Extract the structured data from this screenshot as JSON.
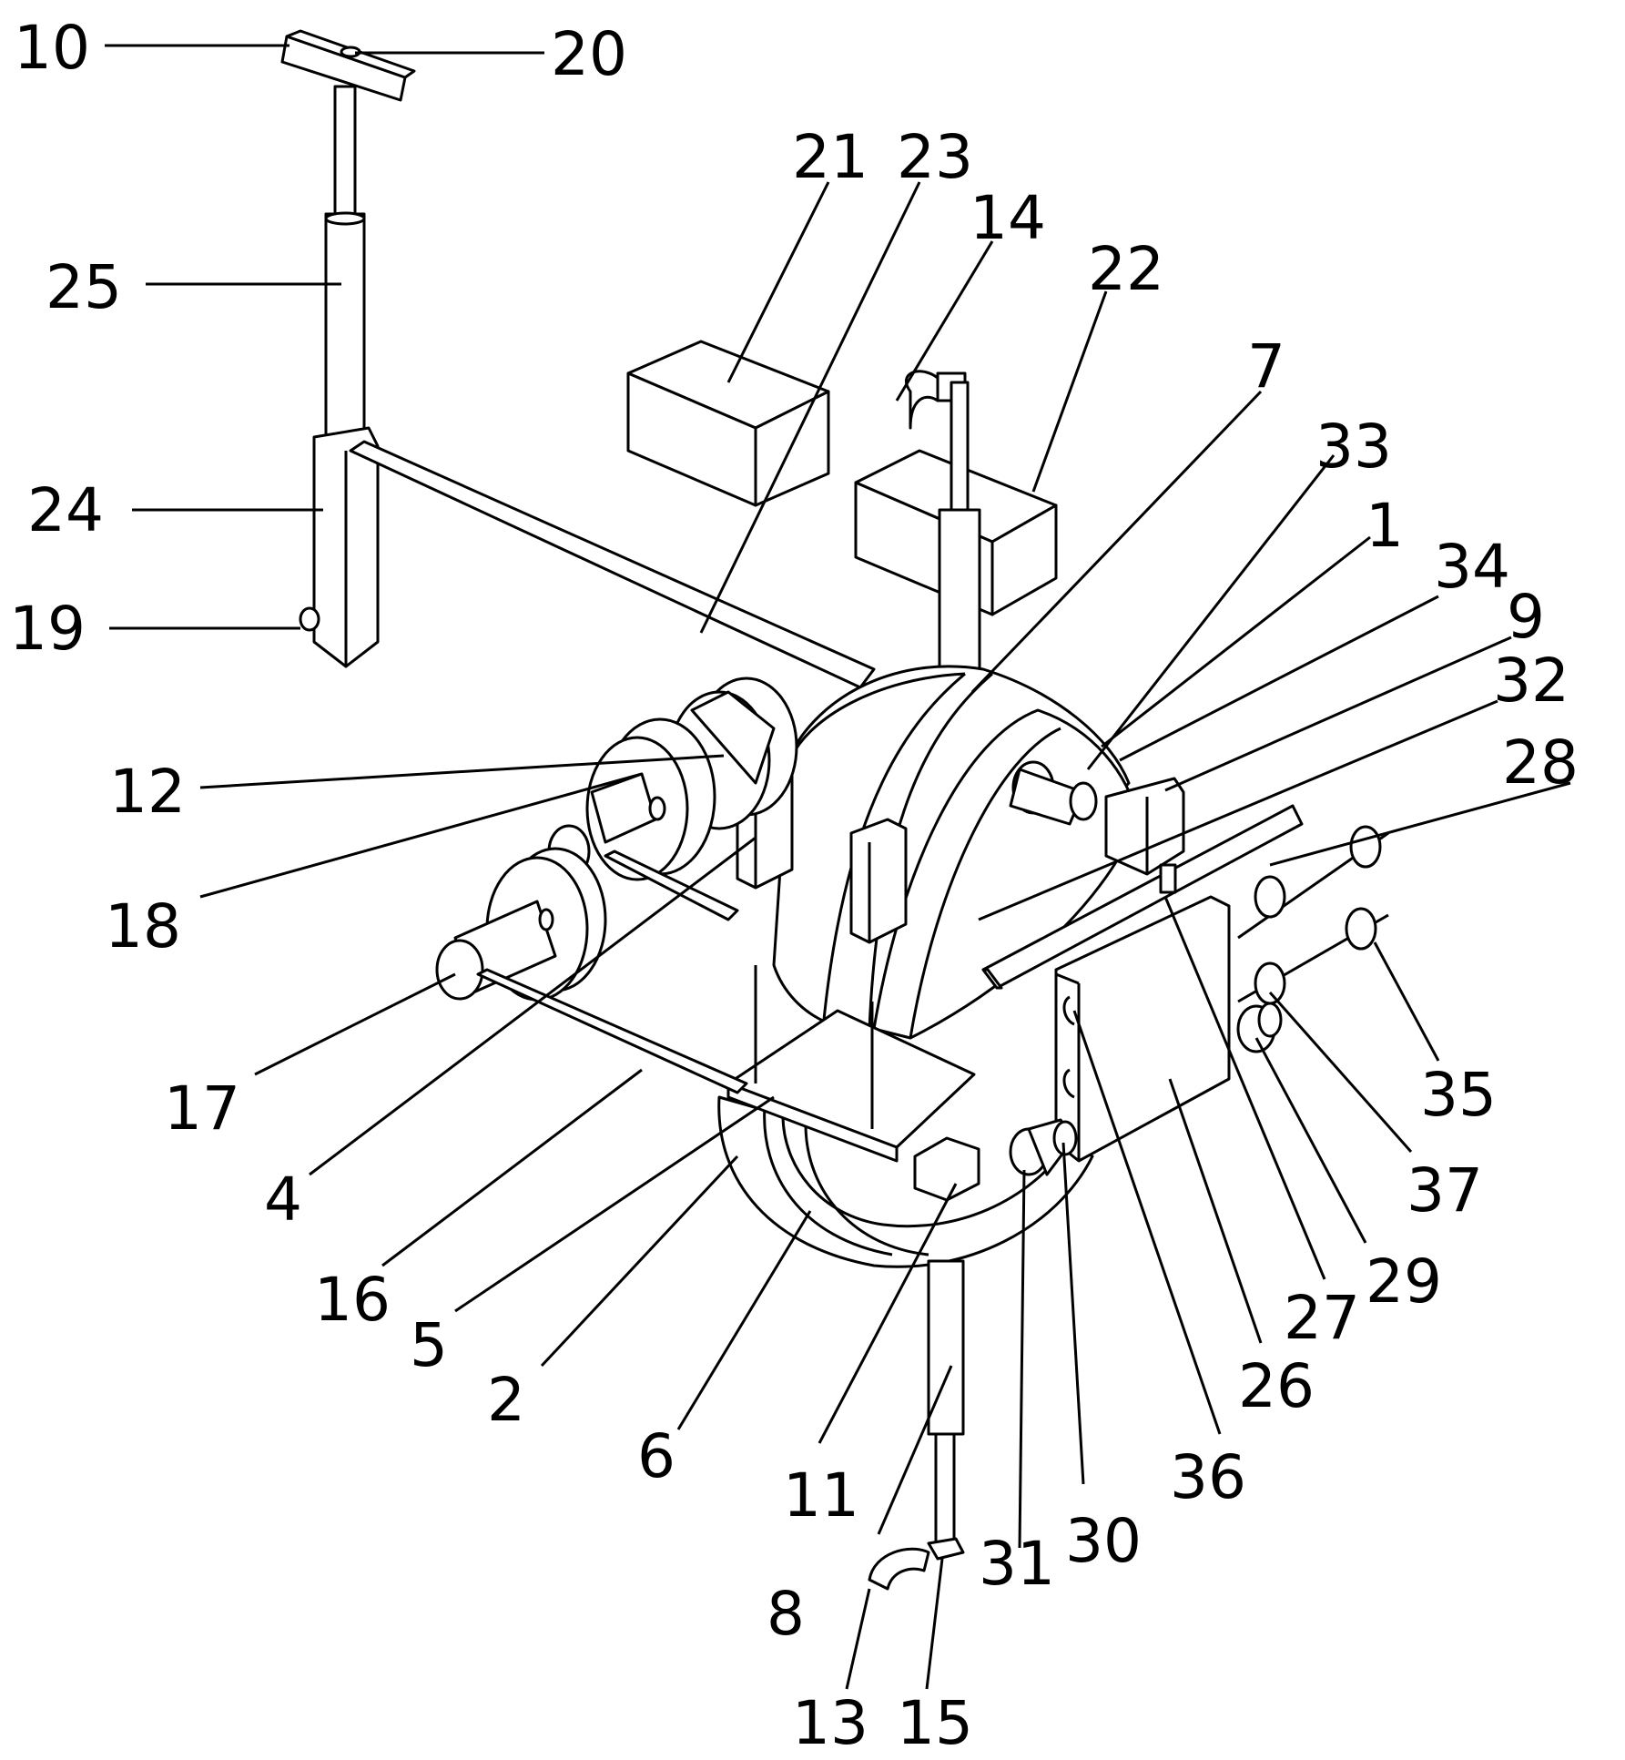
{
  "figure": {
    "line_color": "#000000",
    "background_color": "#ffffff",
    "callouts": [
      "10",
      "20",
      "21",
      "23",
      "14",
      "22",
      "25",
      "7",
      "33",
      "1",
      "34",
      "24",
      "9",
      "32",
      "19",
      "28",
      "12",
      "18",
      "17",
      "35",
      "37",
      "4",
      "29",
      "16",
      "27",
      "5",
      "26",
      "2",
      "36",
      "6",
      "11",
      "30",
      "31",
      "8",
      "13",
      "15"
    ]
  }
}
